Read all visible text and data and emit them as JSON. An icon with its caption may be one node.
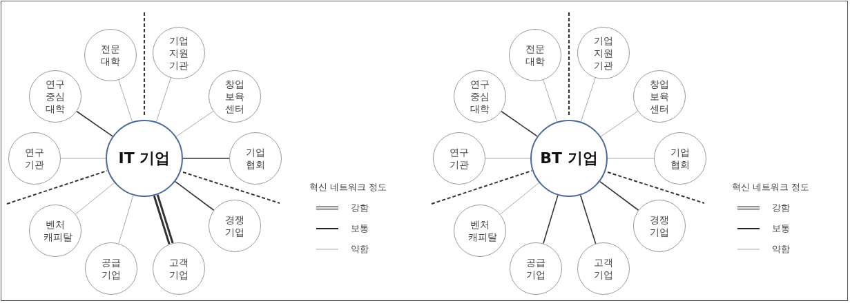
{
  "diagram": {
    "nodes": [
      {
        "text": [
          "IT 기업"
        ]
      },
      {
        "text": [
          "전문 대학"
        ]
      },
      {
        "text": [
          "기업 지원 기관"
        ]
      },
      {
        "text": [
          "연구 중심 대학"
        ]
      },
      {
        "text": [
          "창업 보육 센터"
        ]
      },
      {
        "text": [
          "연구 기관"
        ]
      },
      {
        "text": [
          "기업 협회"
        ]
      },
      {
        "text": [
          "벤처 캐피탈"
        ]
      },
      {
        "text": [
          "경쟁 기업"
        ]
      },
      {
        "text": [
          "공급 기업"
        ]
      },
      {
        "text": [
          "고객 기업"
        ]
      },
      {
        "text": [
          "BT 기업"
        ]
      },
      {
        "text": [
          "전문 대학"
        ]
      },
      {
        "text": [
          "기업 지원 기관"
        ]
      },
      {
        "text": [
          "연구 중심 대학"
        ]
      },
      {
        "text": [
          "창업 보육 센터"
        ]
      },
      {
        "text": [
          "연구 기관"
        ]
      },
      {
        "text": [
          "기업 협회"
        ]
      },
      {
        "text": [
          "벤처 캐피탈"
        ]
      },
      {
        "text": [
          "경쟁 기업"
        ]
      },
      {
        "text": [
          "공급 기업"
        ]
      },
      {
        "text": [
          "고객 기업"
        ]
      }
    ],
    "edges": [
      {
        "from": 0,
        "to": 1,
        "arrow": "none"
      },
      {
        "from": 0,
        "to": 2,
        "arrow": "none"
      },
      {
        "from": 0,
        "to": 3,
        "arrow": "none",
        "color": "#333333"
      },
      {
        "from": 0,
        "to": 4,
        "arrow": "none"
      },
      {
        "from": 0,
        "to": 5,
        "arrow": "none"
      },
      {
        "from": 0,
        "to": 6,
        "arrow": "none",
        "color": "#333333"
      },
      {
        "from": 0,
        "to": 7,
        "arrow": "none"
      },
      {
        "from": 0,
        "to": 8,
        "arrow": "none",
        "color": "#333333"
      },
      {
        "from": 0,
        "to": 9,
        "arrow": "none"
      },
      {
        "from": 0,
        "to": 10,
        "arrow": "none",
        "style": "thick",
        "color": "#333333"
      },
      {
        "from": 11,
        "to": 12,
        "arrow": "none"
      },
      {
        "from": 11,
        "to": 13,
        "arrow": "none"
      },
      {
        "from": 11,
        "to": 14,
        "arrow": "none",
        "color": "#333333"
      },
      {
        "from": 11,
        "to": 15,
        "arrow": "none"
      },
      {
        "from": 11,
        "to": 16,
        "arrow": "none"
      },
      {
        "from": 11,
        "to": 17,
        "arrow": "none"
      },
      {
        "from": 11,
        "to": 18,
        "arrow": "none"
      },
      {
        "from": 11,
        "to": 19,
        "arrow": "none",
        "color": "#333333"
      },
      {
        "from": 11,
        "to": 20,
        "arrow": "none",
        "color": "#333333"
      },
      {
        "from": 11,
        "to": 21,
        "arrow": "none",
        "color": "#333333"
      }
    ],
    "labels": [
      "혁신 네트워크 정도",
      "혁신 네트워크 정도"
    ],
    "legend": [
      {
        "text": "강함"
      },
      {
        "text": "보통"
      },
      {
        "text": "약함"
      },
      {
        "text": "강함"
      },
      {
        "text": "보통"
      },
      {
        "text": "약함"
      }
    ]
  }
}
